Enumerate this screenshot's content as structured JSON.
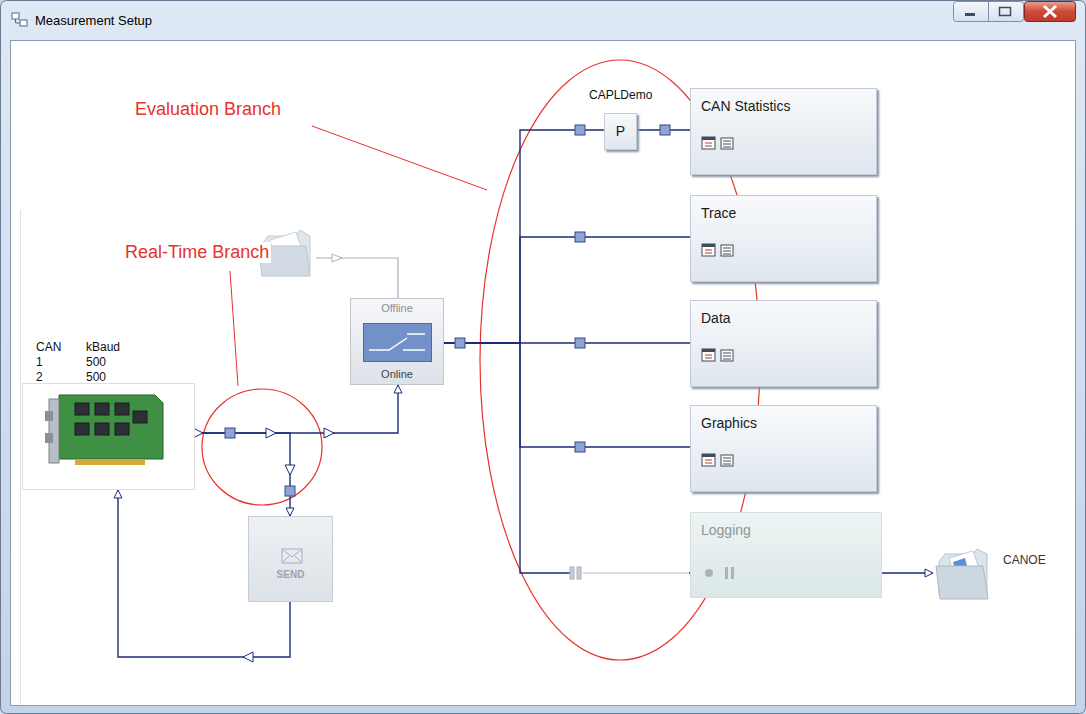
{
  "diagram": {
    "title": "Measurement Setup",
    "nodes": [
      {
        "text": [
          "CAN",
          "kBaud",
          "1",
          "500",
          "2",
          "500"
        ]
      },
      {
        "text": [
          "SEND"
        ]
      },
      {
        "text": [
          "Offline",
          "Online"
        ]
      },
      {
        "text": [
          "CAPLDemo",
          "P"
        ]
      },
      {
        "text": [
          "CAN Statistics"
        ]
      },
      {
        "text": [
          "Trace"
        ]
      },
      {
        "text": [
          "Data"
        ]
      },
      {
        "text": [
          "Graphics"
        ]
      },
      {
        "text": [
          "Logging"
        ]
      },
      {
        "text": [
          "CANOE"
        ]
      }
    ],
    "edges": [
      {
        "from": 0,
        "to": 1,
        "arrow": "to"
      },
      {
        "from": 1,
        "to": 0,
        "arrow": "to"
      },
      {
        "from": 0,
        "to": 2,
        "arrow": "to"
      },
      {
        "from": 2,
        "to": 3,
        "arrow": "none"
      },
      {
        "from": 3,
        "to": 4,
        "arrow": "none"
      },
      {
        "from": 2,
        "to": 5,
        "arrow": "none"
      },
      {
        "from": 2,
        "to": 6,
        "arrow": "none"
      },
      {
        "from": 2,
        "to": 7,
        "arrow": "none"
      },
      {
        "from": 2,
        "to": 8,
        "arrow": "none"
      },
      {
        "from": 8,
        "to": 9,
        "arrow": "to"
      }
    ],
    "labels": [
      "Evaluation Branch",
      "Real-Time Branch"
    ]
  }
}
